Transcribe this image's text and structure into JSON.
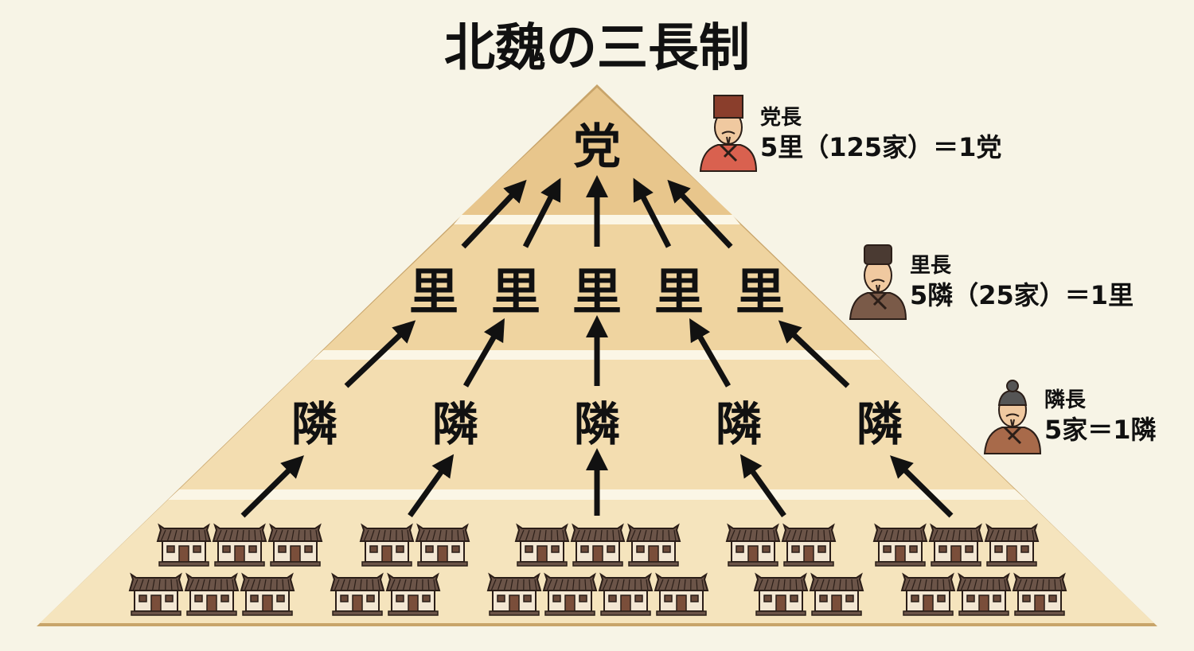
{
  "title": "北魏の三長制",
  "tiers": {
    "top": {
      "label": "党"
    },
    "middle": {
      "labels": [
        "里",
        "里",
        "里",
        "里",
        "里"
      ]
    },
    "lower": {
      "labels": [
        "隣",
        "隣",
        "隣",
        "隣",
        "隣"
      ]
    },
    "houses": {
      "group_counts": [
        6,
        4,
        7,
        4,
        6
      ]
    }
  },
  "officials": [
    {
      "title": "党長",
      "rule": "5里（125家）＝1党",
      "robe_color": "#d9614f"
    },
    {
      "title": "里長",
      "rule": "5隣（25家）＝1里",
      "robe_color": "#7a5a48"
    },
    {
      "title": "隣長",
      "rule": "5家＝1隣",
      "robe_color": "#a86a4a"
    }
  ],
  "colors": {
    "background": "#f7f4e6",
    "tier1": "#e8c68c",
    "tier2": "#efd4a0",
    "tier3": "#f3ddb0",
    "tier4": "#f5e4bd",
    "edge": "#c8a46a"
  }
}
